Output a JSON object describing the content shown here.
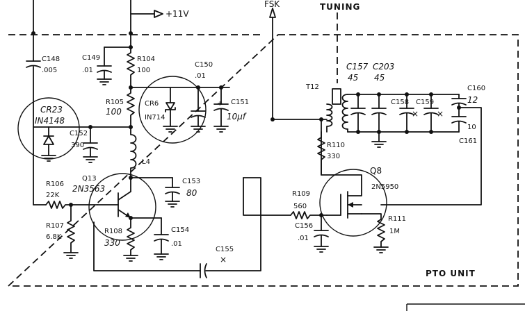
{
  "signals": {
    "supply": "+11V",
    "fsk": "FSK",
    "tuning": "TUNING"
  },
  "unit_label": "PTO UNIT",
  "components": {
    "c148": [
      "C148",
      ".005"
    ],
    "c149": [
      "C149",
      ".01"
    ],
    "r104": [
      "R104",
      "100"
    ],
    "c150": [
      "C150",
      ".01"
    ],
    "r105": [
      "R105",
      "100"
    ],
    "cr6": [
      "CR6",
      "IN714"
    ],
    "c151": [
      "C151",
      "10µf"
    ],
    "cr23": [
      "CR23",
      "IN4148"
    ],
    "c152": [
      "C152",
      "390"
    ],
    "l4": [
      "L4"
    ],
    "q13": [
      "Q13",
      "2N3563"
    ],
    "c153": [
      "C153",
      "80"
    ],
    "r106": [
      "R106",
      "22K"
    ],
    "r107": [
      "R107",
      "6.8K"
    ],
    "r108": [
      "R108",
      "330"
    ],
    "c154": [
      "C154",
      ".01"
    ],
    "c155": [
      "C155",
      "×"
    ],
    "t12": [
      "T12"
    ],
    "c157": [
      "C157",
      "45"
    ],
    "c203": [
      "C203",
      "45"
    ],
    "c158": [
      "C158",
      "×"
    ],
    "c159": [
      "C159",
      "×"
    ],
    "c160": [
      "C160",
      "12"
    ],
    "c161": [
      "10",
      "C161"
    ],
    "r110": [
      "R110",
      "330"
    ],
    "q8": [
      "Q8",
      "2N5950"
    ],
    "r109": [
      "R109",
      "560"
    ],
    "c156": [
      "C156",
      ".01"
    ],
    "r111": [
      "R111",
      "1M"
    ]
  }
}
